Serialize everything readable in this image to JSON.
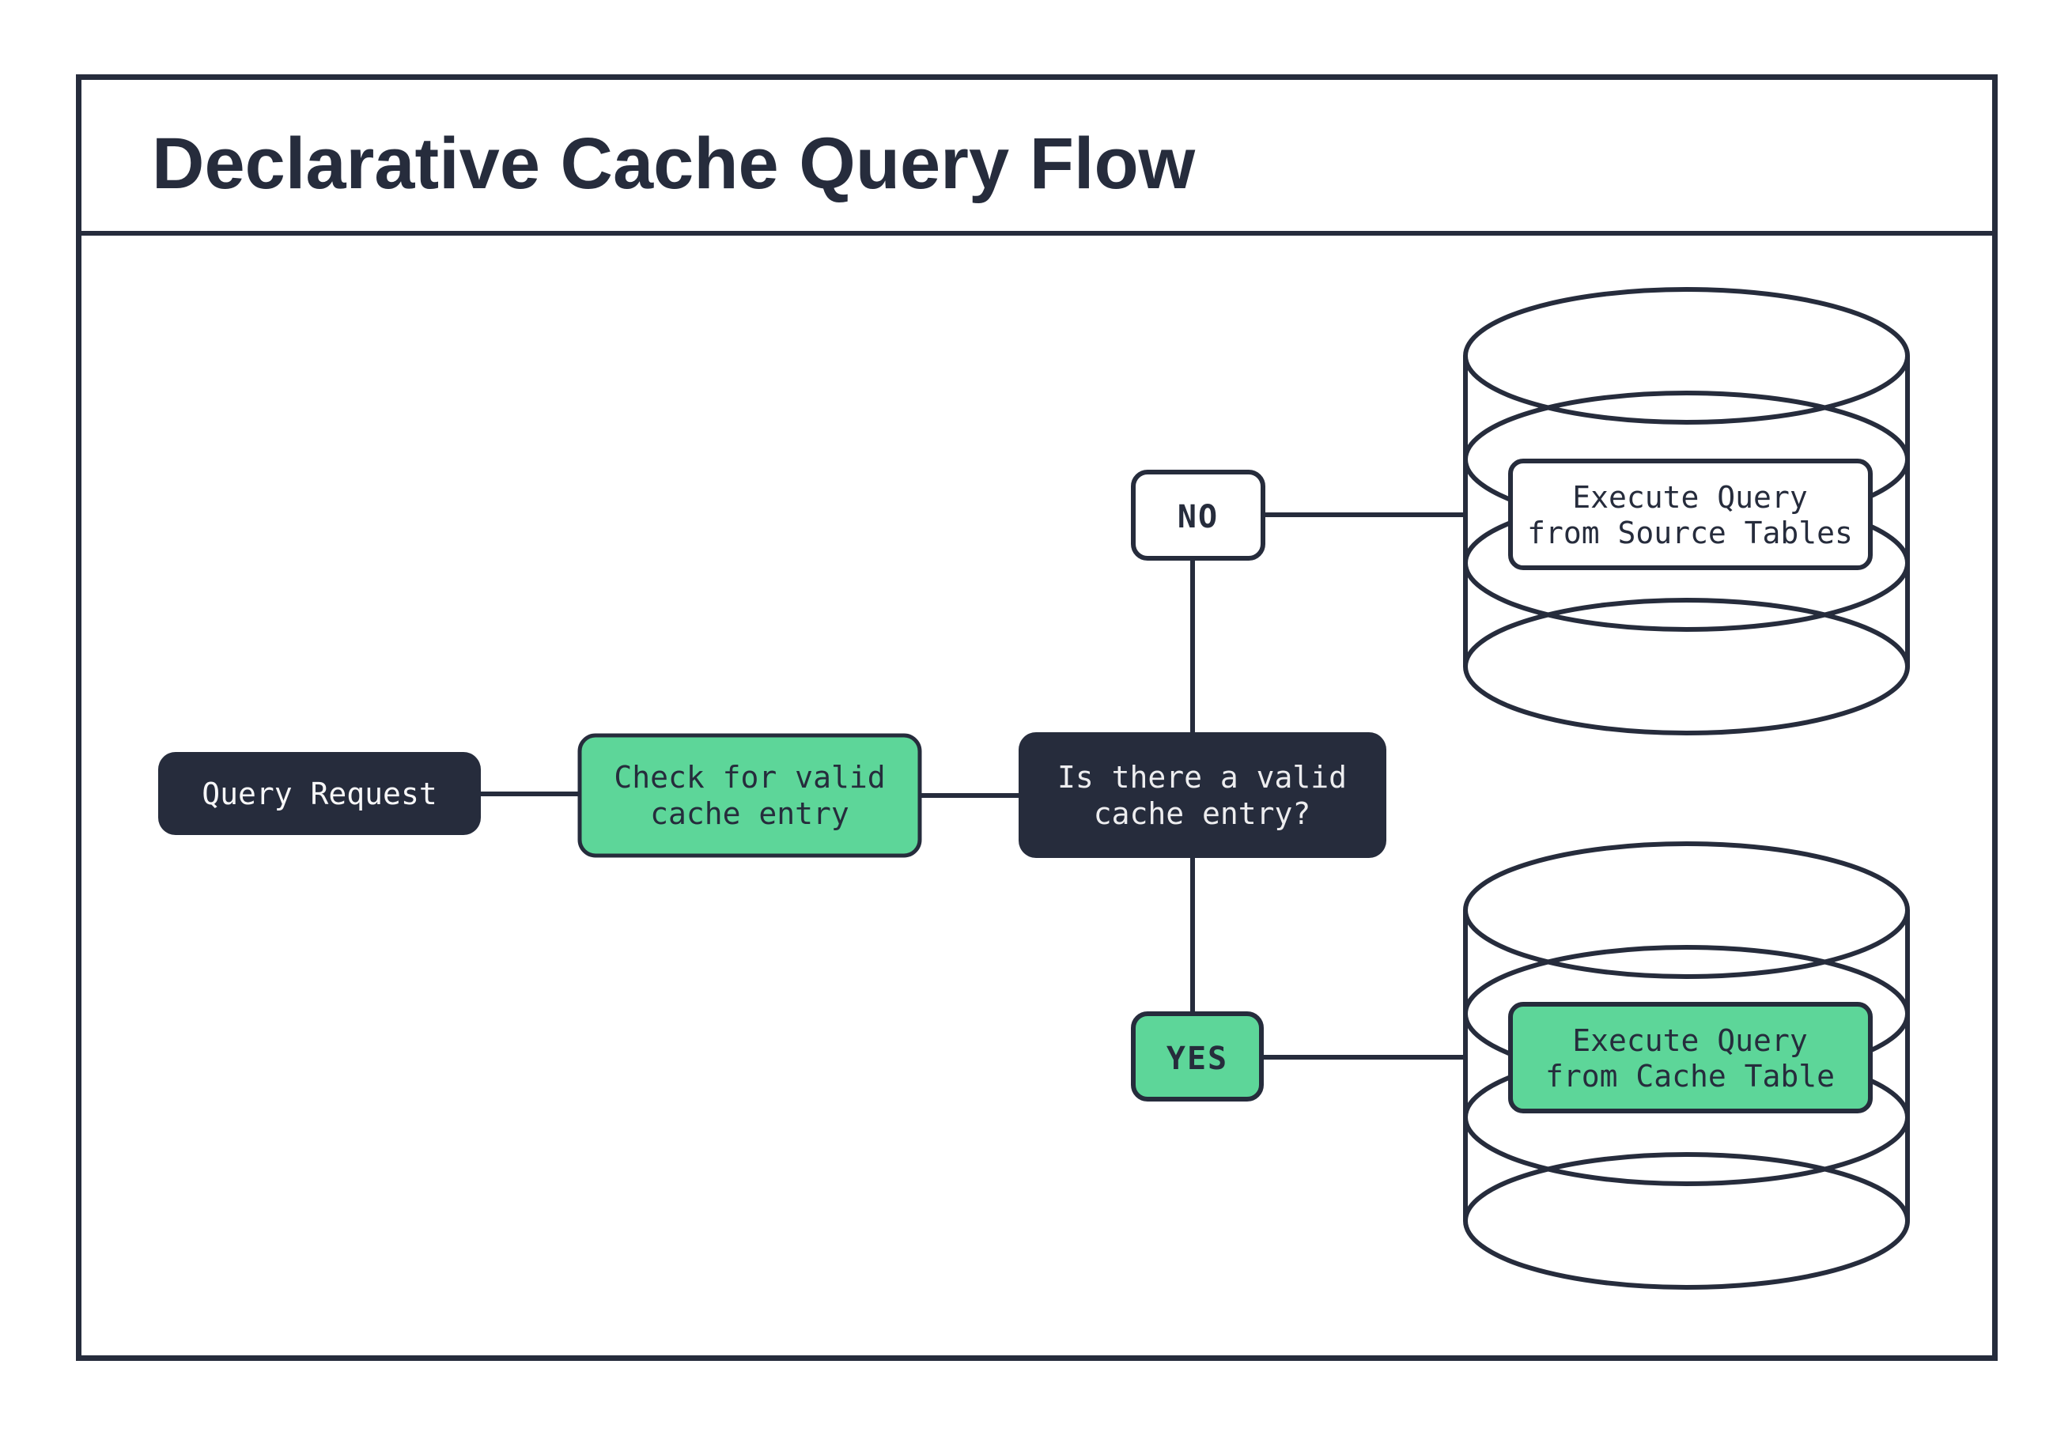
{
  "title": "Declarative Cache Query Flow",
  "colors": {
    "dark_navy": "#262c3c",
    "green": "#5dd699",
    "white": "#ffffff",
    "light_text": "#ededef"
  },
  "nodes": {
    "query_request": {
      "label": "Query Request"
    },
    "check_cache": {
      "line1": "Check for valid",
      "line2": "cache entry"
    },
    "decision": {
      "line1": "Is there a valid",
      "line2": "cache entry?"
    },
    "branch_no": {
      "label": "NO"
    },
    "branch_yes": {
      "label": "YES"
    },
    "source_db": {
      "line1": "Execute Query",
      "line2": "from Source Tables"
    },
    "cache_db": {
      "line1": "Execute Query",
      "line2": "from Cache Table"
    }
  }
}
